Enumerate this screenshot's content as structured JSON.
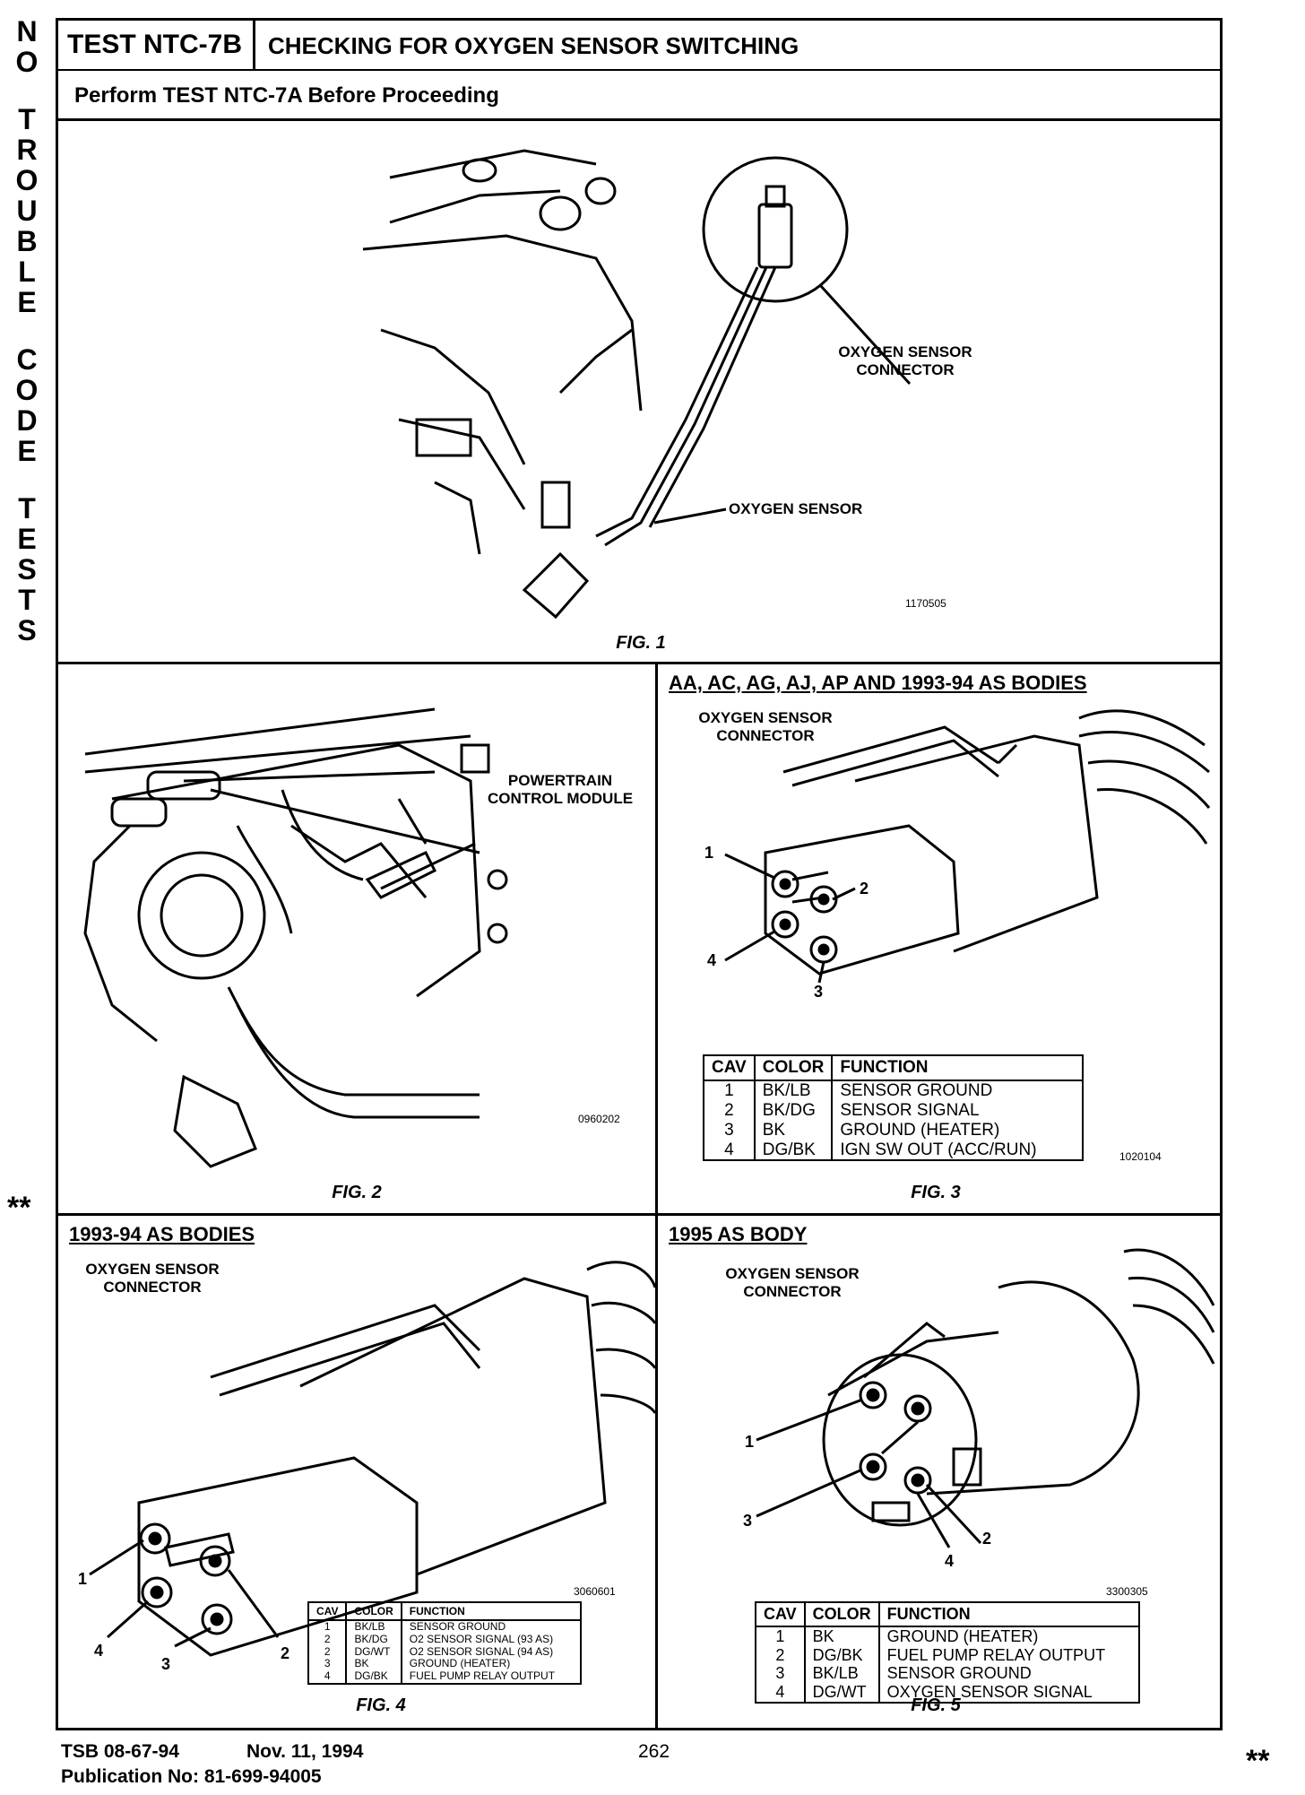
{
  "side_title": [
    "N",
    "O",
    "",
    "T",
    "R",
    "O",
    "U",
    "B",
    "L",
    "E",
    "",
    "C",
    "O",
    "D",
    "E",
    "",
    "T",
    "E",
    "S",
    "T",
    "S"
  ],
  "header": {
    "test_id": "TEST NTC-7B",
    "title": "CHECKING FOR OXYGEN SENSOR SWITCHING",
    "subtitle": "Perform TEST NTC-7A Before Proceeding"
  },
  "fig1": {
    "caption": "FIG. 1",
    "label_connector": "OXYGEN SENSOR CONNECTOR",
    "label_sensor": "OXYGEN SENSOR",
    "code": "1170505"
  },
  "fig2": {
    "caption": "FIG. 2",
    "label_pcm": "POWERTRAIN CONTROL MODULE",
    "code": "0960202"
  },
  "fig3": {
    "caption": "FIG. 3",
    "section": "AA, AC, AG, AJ, AP AND 1993-94 AS BODIES",
    "label_connector": "OXYGEN SENSOR CONNECTOR",
    "code": "1020104",
    "pins": [
      "1",
      "2",
      "3",
      "4"
    ],
    "table": {
      "headers": [
        "CAV",
        "COLOR",
        "FUNCTION"
      ],
      "rows": [
        [
          "1",
          "BK/LB",
          "SENSOR GROUND"
        ],
        [
          "2",
          "BK/DG",
          "SENSOR SIGNAL"
        ],
        [
          "3",
          "BK",
          "GROUND (HEATER)"
        ],
        [
          "4",
          "DG/BK",
          "IGN SW OUT (ACC/RUN)"
        ]
      ]
    }
  },
  "fig4": {
    "caption": "FIG. 4",
    "section": "1993-94 AS BODIES",
    "label_connector": "OXYGEN SENSOR CONNECTOR",
    "code": "3060601",
    "pins": [
      "1",
      "2",
      "3",
      "4"
    ],
    "table": {
      "headers": [
        "CAV",
        "COLOR",
        "FUNCTION"
      ],
      "rows": [
        [
          "1",
          "BK/LB",
          "SENSOR GROUND"
        ],
        [
          "2",
          "BK/DG",
          "O2 SENSOR SIGNAL (93 AS)"
        ],
        [
          "2",
          "DG/WT",
          "O2 SENSOR SIGNAL (94 AS)"
        ],
        [
          "3",
          "BK",
          "GROUND (HEATER)"
        ],
        [
          "4",
          "DG/BK",
          "FUEL PUMP RELAY OUTPUT"
        ]
      ]
    }
  },
  "fig5": {
    "caption": "FIG. 5",
    "section": "1995 AS BODY",
    "label_connector": "OXYGEN SENSOR CONNECTOR",
    "code": "3300305",
    "pins": [
      "1",
      "2",
      "3",
      "4"
    ],
    "table": {
      "headers": [
        "CAV",
        "COLOR",
        "FUNCTION"
      ],
      "rows": [
        [
          "1",
          "BK",
          "GROUND (HEATER)"
        ],
        [
          "2",
          "DG/BK",
          "FUEL PUMP RELAY OUTPUT"
        ],
        [
          "3",
          "BK/LB",
          "SENSOR GROUND"
        ],
        [
          "4",
          "DG/WT",
          "OXYGEN SENSOR SIGNAL"
        ]
      ]
    }
  },
  "footer": {
    "tsb": "TSB 08-67-94",
    "date": "Nov. 11, 1994",
    "page": "262",
    "publication": "Publication No:  81-699-94005",
    "stars_left": "**",
    "stars_right": "**"
  }
}
